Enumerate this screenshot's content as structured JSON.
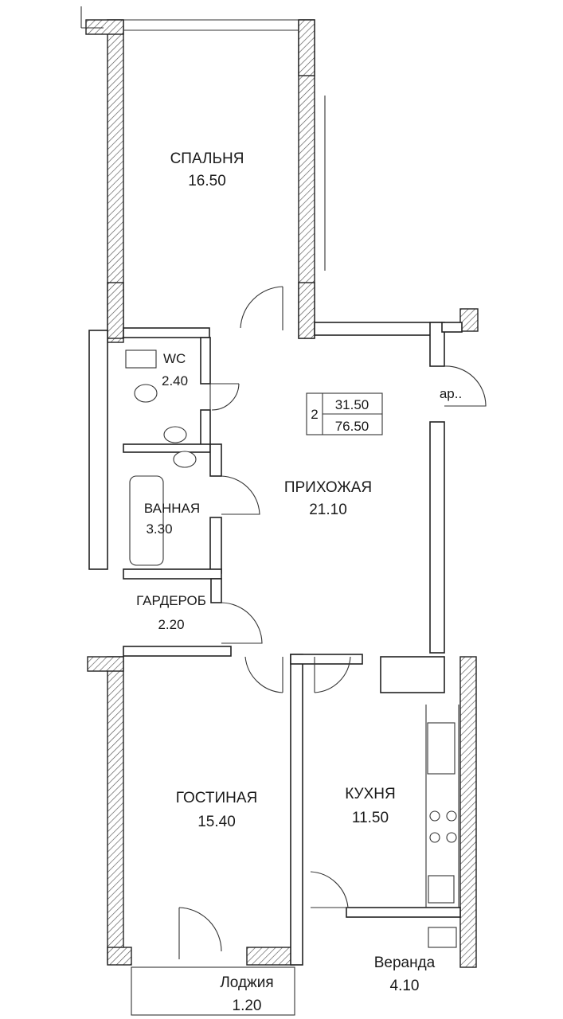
{
  "plan": {
    "rooms": [
      {
        "id": "bedroom",
        "name": "СПАЛЬНЯ",
        "area": "16.50"
      },
      {
        "id": "wc",
        "name": "WC",
        "area": "2.40"
      },
      {
        "id": "bathroom",
        "name": "ВАННАЯ",
        "area": "3.30"
      },
      {
        "id": "wardrobe",
        "name": "ГАРДЕРОБ",
        "area": "2.20"
      },
      {
        "id": "hallway",
        "name": "ПРИХОЖАЯ",
        "area": "21.10"
      },
      {
        "id": "living",
        "name": "ГОСТИНАЯ",
        "area": "15.40"
      },
      {
        "id": "kitchen",
        "name": "КУХНЯ",
        "area": "11.50"
      },
      {
        "id": "veranda",
        "name": "Веранда",
        "area": "4.10"
      },
      {
        "id": "loggia",
        "name": "Лоджия",
        "area": "1.20"
      }
    ],
    "apartment": {
      "rooms_count": "2",
      "living_area": "31.50",
      "total_area": "76.50"
    },
    "stair_label": "ар.."
  }
}
